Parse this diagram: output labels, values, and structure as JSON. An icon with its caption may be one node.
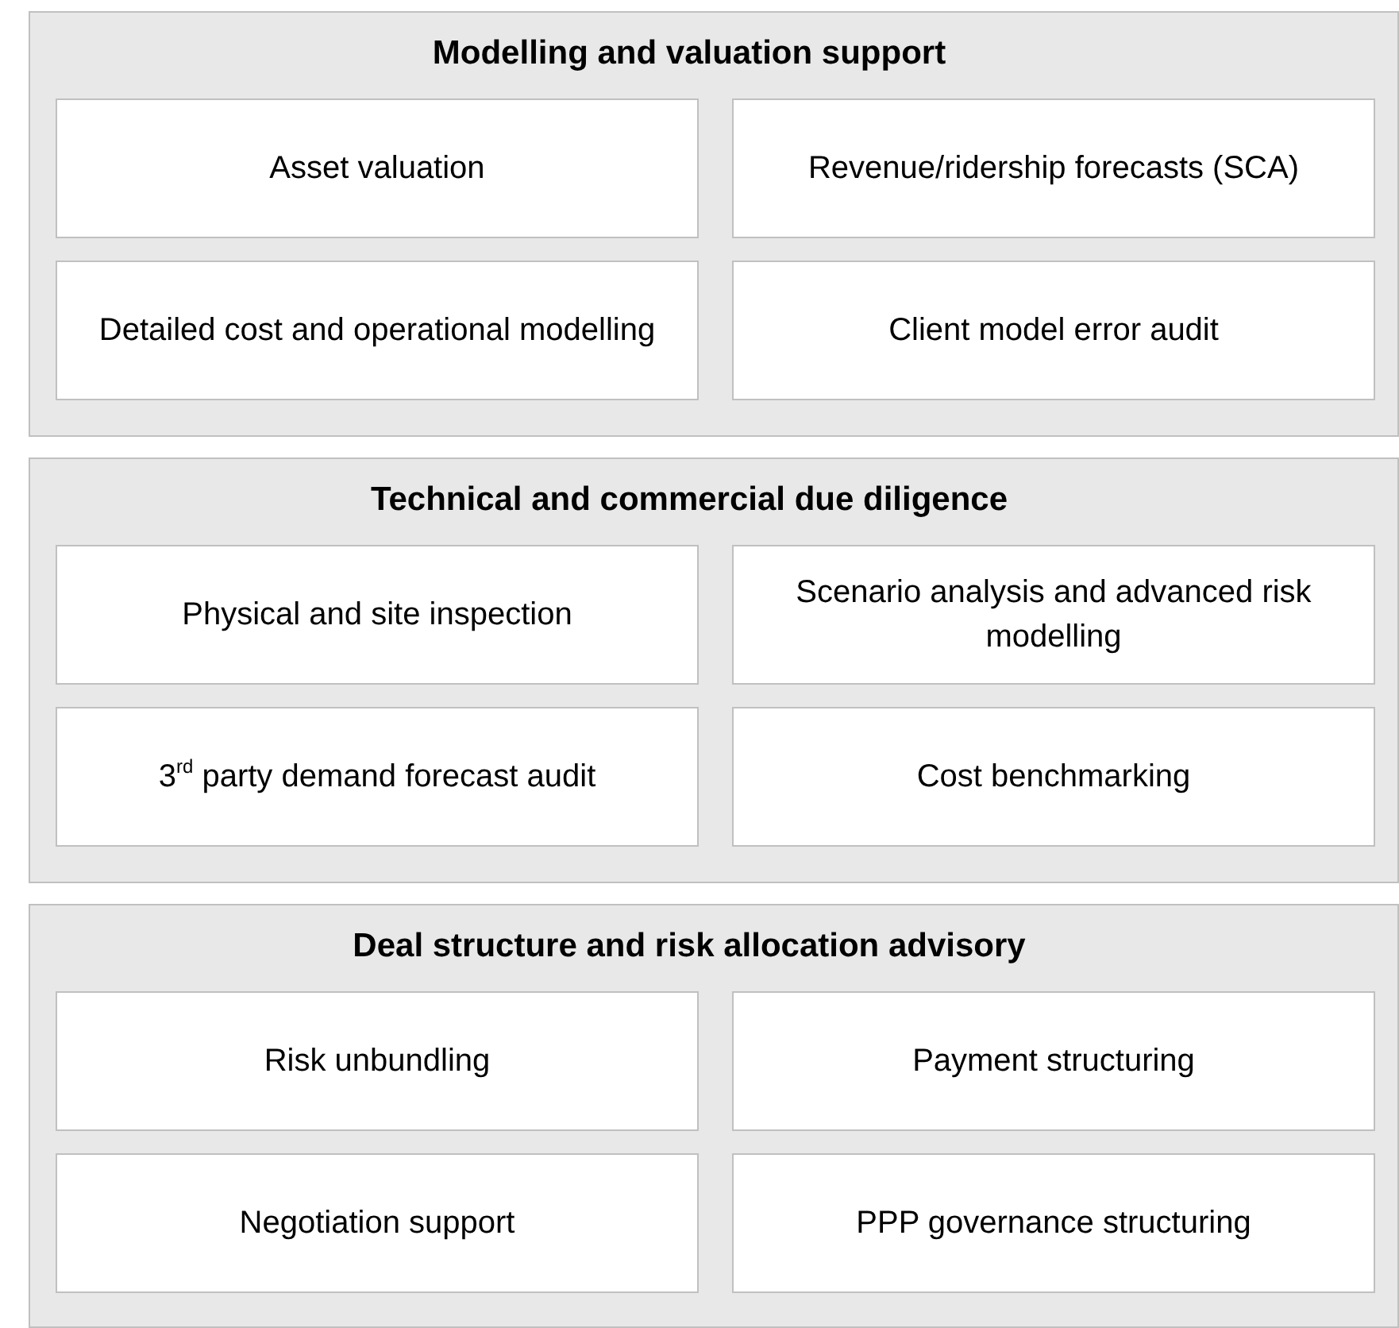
{
  "diagram": {
    "nodes": [
      {
        "text": [
          "Modelling and valuation support"
        ]
      },
      {
        "text": [
          "Asset valuation"
        ],
        "in": 0
      },
      {
        "text": [
          "Revenue/ridership forecasts (SCA)"
        ],
        "in": 0
      },
      {
        "text": [
          "Detailed cost and operational modelling"
        ],
        "in": 0
      },
      {
        "text": [
          "Client model error audit"
        ],
        "in": 0
      },
      {
        "text": [
          "Technical and commercial due diligence"
        ]
      },
      {
        "text": [
          "Physical and site inspection"
        ],
        "in": 5
      },
      {
        "text": [
          "Scenario analysis and advanced risk modelling"
        ],
        "in": 5
      },
      {
        "text": [
          "3$^{rd}$ party demand forecast audit"
        ],
        "in": 5
      },
      {
        "text": [
          "Cost benchmarking"
        ],
        "in": 5
      },
      {
        "text": [
          "Deal structure and risk allocation advisory"
        ]
      },
      {
        "text": [
          "Risk unbundling"
        ],
        "in": 10
      },
      {
        "text": [
          "Payment structuring"
        ],
        "in": 10
      },
      {
        "text": [
          "Negotiation support"
        ],
        "in": 10
      },
      {
        "text": [
          "PPP governance structuring"
        ],
        "in": 10
      }
    ]
  }
}
